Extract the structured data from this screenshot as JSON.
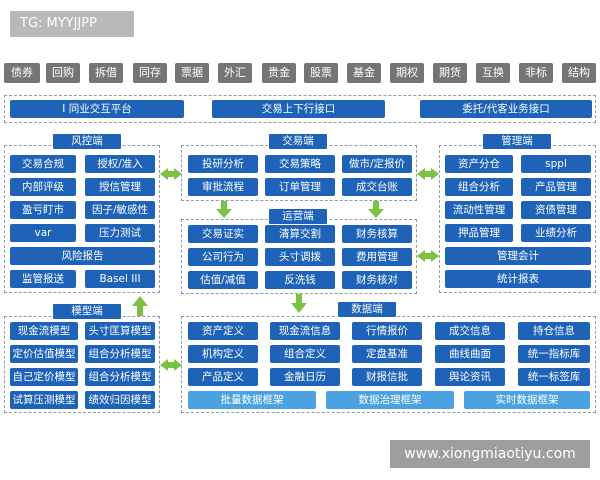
{
  "tag_text": "TG: MYYJJPP",
  "watermark": "www.xiongmiaotiyu.com",
  "categories": [
    "债券",
    "回购",
    "拆借",
    "同存",
    "票据",
    "外汇",
    "贵金",
    "股票",
    "基金",
    "期权",
    "期货",
    "互换",
    "非标",
    "结构"
  ],
  "top_bar": [
    "I 同业交互平台",
    "交易上下行接口",
    "委托/代客业务接口"
  ],
  "sections": {
    "risk": "风控端",
    "trade": "交易端",
    "manage": "管理端",
    "ops": "运营端",
    "model": "模型端",
    "data": "数据端"
  },
  "risk_items": [
    "交易合规",
    "授权/准入",
    "内部评级",
    "授信管理",
    "盈亏盯市",
    "因子/敏感性",
    "var",
    "压力测试",
    "风险报告",
    "监管报送",
    "Basel III"
  ],
  "trade_items": [
    "投研分析",
    "交易策略",
    "做市/定报价",
    "审批流程",
    "订单管理",
    "成交台账"
  ],
  "ops_items": [
    "交易证实",
    "清算交割",
    "财务核算",
    "公司行为",
    "头寸调拨",
    "费用管理",
    "估值/减值",
    "反洗钱",
    "财务核对"
  ],
  "manage_items": [
    "资产分仓",
    "sppl",
    "组合分析",
    "产品管理",
    "流动性管理",
    "资债管理",
    "押品管理",
    "业绩分析",
    "管理会计",
    "统计报表"
  ],
  "model_items": [
    "现金流模型",
    "头寸匡算模型",
    "定价估值模型",
    "组合分析模型",
    "自己定价模型",
    "组合分析模型",
    "试算压测模型",
    "绩效归因模型"
  ],
  "data_items": [
    "资产定义",
    "现金流信息",
    "行情报价",
    "成交信息",
    "持仓信息",
    "机构定义",
    "组合定义",
    "定盘基准",
    "曲线曲面",
    "统一指标库",
    "产品定义",
    "金融日历",
    "财报信批",
    "舆论资讯",
    "统一标签库"
  ],
  "data_frameworks": [
    "批量数据框架",
    "数据治理框架",
    "实时数据框架"
  ],
  "colors": {
    "dark_blue": "#1f63b8",
    "light_blue": "#4aa3e0",
    "green": "#7cc242",
    "gray": "#757575"
  }
}
